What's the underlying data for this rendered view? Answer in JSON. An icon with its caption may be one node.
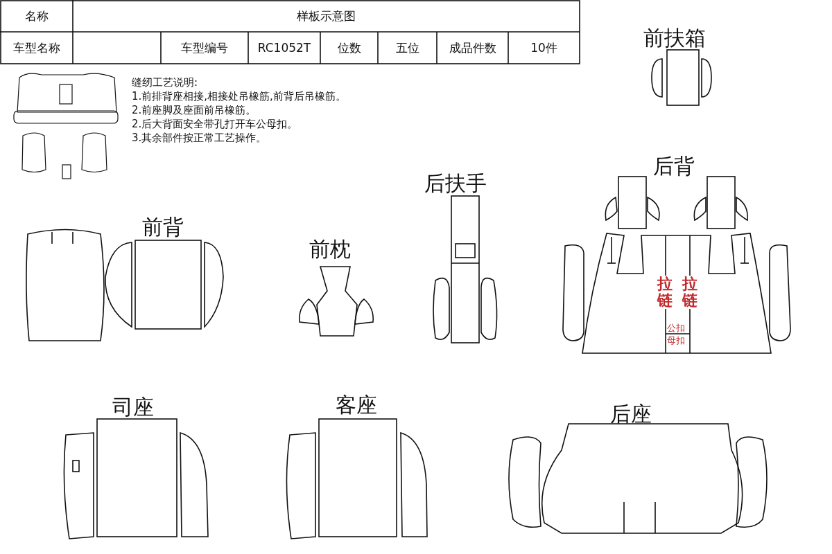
{
  "diagram": {
    "title": "样板示意图",
    "labels": [
      "名称",
      "车型名称",
      "车型编号",
      "RC1052T",
      "位数",
      "五位",
      "成品件数",
      "10件",
      "缝纫工艺说明:",
      "1.前排背座相接,相接处吊橡筋,前背后吊橡筋。",
      "2.前座脚及座面前吊橡筋。",
      "2.后大背面安全带孔打开车公母扣。",
      "3.其余部件按正常工艺操作。",
      "前扶箱",
      "后背",
      "后扶手",
      "前背",
      "前枕",
      "拉链",
      "拉链",
      "公扣",
      "母扣",
      "司座",
      "客座",
      "后座"
    ]
  }
}
